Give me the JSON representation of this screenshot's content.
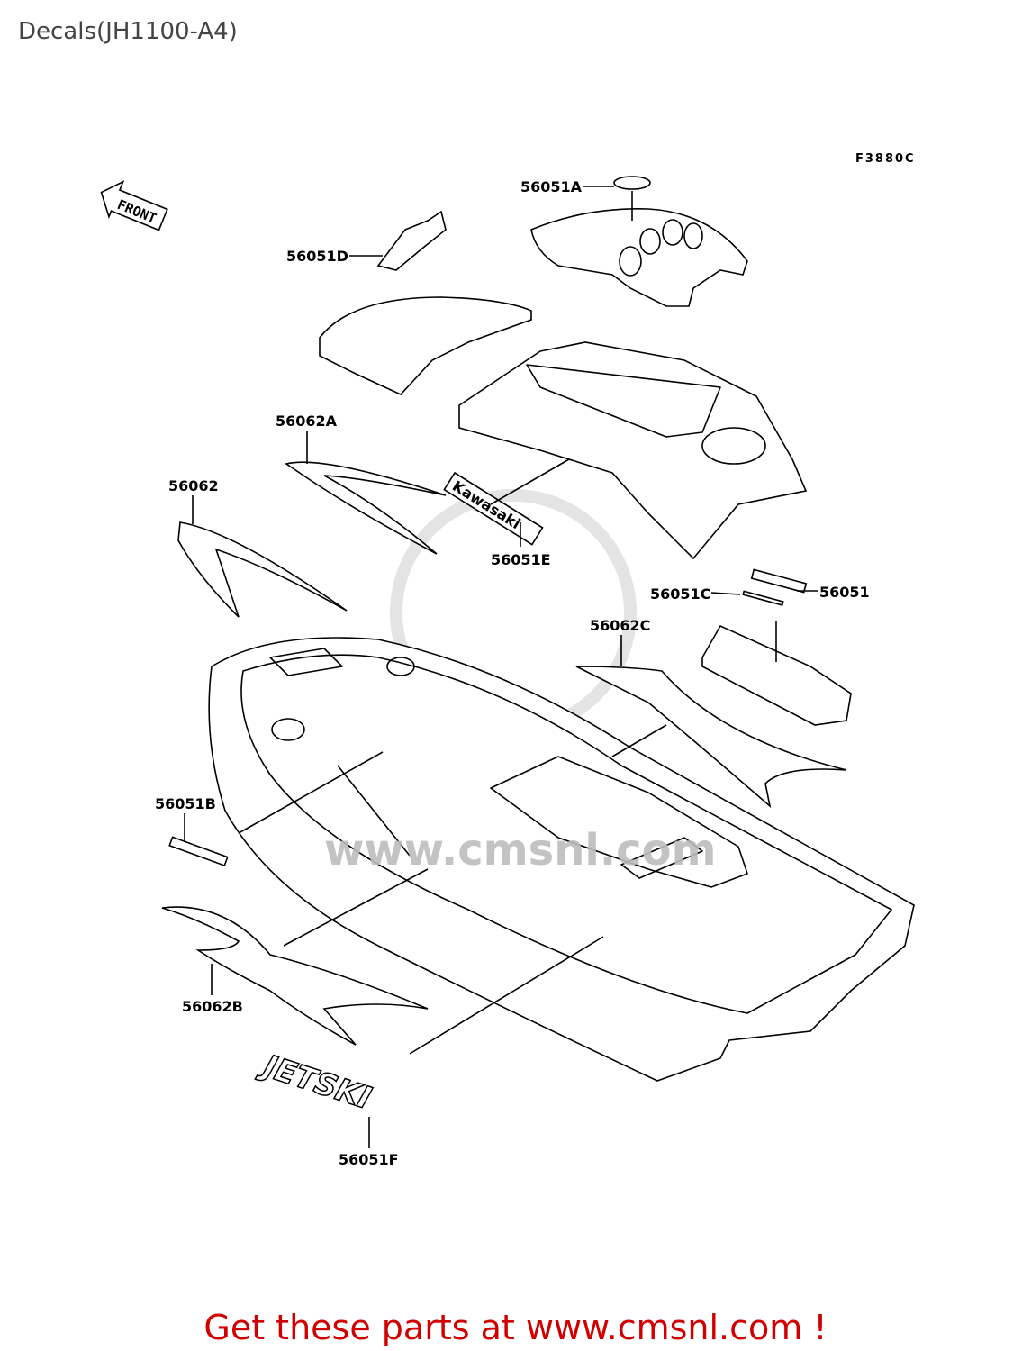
{
  "header": {
    "title": "Decals(JH1100-A4)"
  },
  "diagram": {
    "figure_code": "F3880C",
    "front_arrow": "FRONT",
    "watermark": "www.cmsnl.com",
    "callouts": [
      {
        "id": "56051A"
      },
      {
        "id": "56051D"
      },
      {
        "id": "56062A"
      },
      {
        "id": "56062"
      },
      {
        "id": "56051E"
      },
      {
        "id": "56051C"
      },
      {
        "id": "56051"
      },
      {
        "id": "56062C"
      },
      {
        "id": "56051B"
      },
      {
        "id": "56062B"
      },
      {
        "id": "56051F"
      }
    ],
    "decal_texts": {
      "kawasaki": "Kawasaki",
      "jetski": "JETSKI"
    }
  },
  "footer": {
    "text": "Get these parts at www.cmsnl.com !"
  }
}
